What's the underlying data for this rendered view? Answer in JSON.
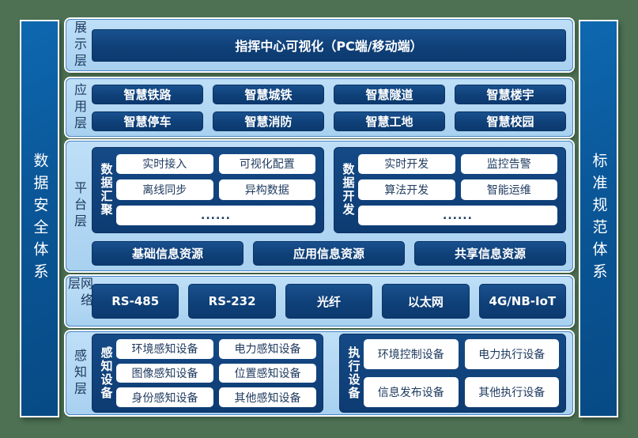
{
  "side_bars": {
    "left_label": "数据安全体系",
    "right_label": "标准规范体系"
  },
  "layers": {
    "display": {
      "label": "展示层",
      "title": "指挥中心可视化（PC端/移动端）"
    },
    "application": {
      "label": "应用层",
      "items": [
        "智慧铁路",
        "智慧城铁",
        "智慧隧道",
        "智慧楼宇",
        "智慧停车",
        "智慧消防",
        "智慧工地",
        "智慧校园"
      ]
    },
    "platform": {
      "label": "平台层",
      "groups": [
        {
          "label": "数据汇聚",
          "items": [
            "实时接入",
            "可视化配置",
            "离线同步",
            "异构数据"
          ],
          "more": "......"
        },
        {
          "label": "数据开发",
          "items": [
            "实时开发",
            "监控告警",
            "算法开发",
            "智能运维"
          ],
          "more": "......"
        }
      ],
      "resources": [
        "基础信息资源",
        "应用信息资源",
        "共享信息资源"
      ]
    },
    "network": {
      "label": "网络层",
      "items": [
        "RS-485",
        "RS-232",
        "光纤",
        "以太网",
        "4G/NB-IoT"
      ]
    },
    "perception": {
      "label": "感知层",
      "groups": [
        {
          "label": "感知设备",
          "items": [
            "环境感知设备",
            "电力感知设备",
            "图像感知设备",
            "位置感知设备",
            "身份感知设备",
            "其他感知设备"
          ]
        },
        {
          "label": "执行设备",
          "items": [
            "环境控制设备",
            "电力执行设备",
            "信息发布设备",
            "其他执行设备"
          ]
        }
      ]
    }
  },
  "colors": {
    "background": "#4e7154",
    "panel_fill": "#aed5f2",
    "panel_border": "#4a86c6",
    "dark_box": "#0f4078",
    "bar_fill": "#0a5697",
    "white_box_text": "#1e3a5f",
    "text_on_dark": "#ffffff"
  }
}
